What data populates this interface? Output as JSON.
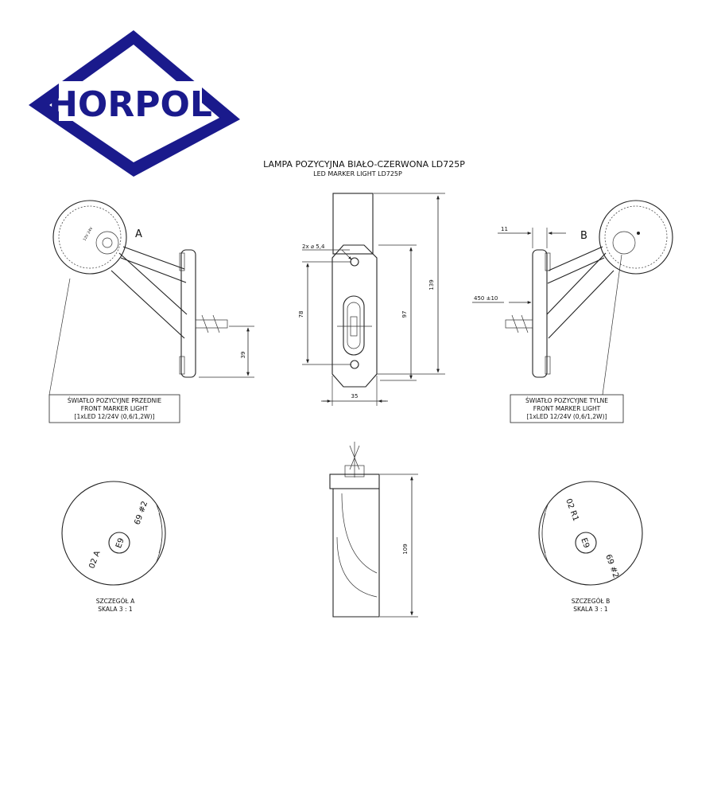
{
  "logo": {
    "text": "HORPOL",
    "color": "#1a1a8c"
  },
  "title": {
    "main": "LAMPA POZYCYJNA BIAŁO-CZERWONA LD725P",
    "sub": "LED MARKER LIGHT LD725P"
  },
  "view_labels": {
    "a": "A",
    "b": "B"
  },
  "dimensions": {
    "hole": "2x ⌀ 5,4",
    "d139": "139",
    "d97": "97",
    "d78": "78",
    "d35": "35",
    "d39": "39",
    "d11": "11",
    "d450": "450 ±10",
    "d109": "109"
  },
  "front_note": {
    "line1": "ŚWIATŁO POZYCYJNE PRZEDNIE",
    "line2": "FRONT MARKER LIGHT",
    "line3": "[1xLED 12/24V (0,6/1,2W)]"
  },
  "rear_note": {
    "line1": "ŚWIATŁO POZYCYJNE TYLNE",
    "line2": "FRONT MARKER LIGHT",
    "line3": "[1xLED 12/24V (0,6/1,2W)]"
  },
  "detail_a": {
    "approval": "E9",
    "marking_1": "02 A",
    "marking_2": "69 #2",
    "title": "SZCZEGÓŁ A",
    "scale": "SKALA 3 : 1"
  },
  "detail_b": {
    "approval": "E9",
    "marking_1": "02 R1",
    "marking_2": "69 #2",
    "title": "SZCZEGÓŁ B",
    "scale": "SKALA 3 : 1"
  }
}
